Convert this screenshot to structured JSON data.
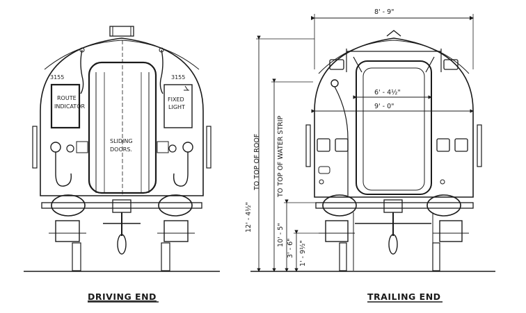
{
  "driving_end": {
    "caption": "DRIVING END",
    "number_left": "3155",
    "number_right": "3155",
    "route_indicator": [
      "ROUTE",
      "INDICATOR"
    ],
    "fixed_light": [
      "FIXED",
      "LIGHT"
    ],
    "sliding_doors": [
      "SLIDING",
      "DOORS."
    ]
  },
  "trailing_end": {
    "caption": "TRAILING END",
    "dims": {
      "overall_width": "8' - 9\"",
      "door_width": "6' - 4½\"",
      "body_width": "9' - 0\"",
      "to_roof": "12' - 4½\"",
      "to_water_strip": "10' - 5\"",
      "buffer_height": "3' - 6\"",
      "step_height": "1' - 9½\""
    },
    "vertical_labels": {
      "roof": "TO TOP OF ROOF",
      "water_strip": "TO TOP OF WATER STRIP"
    }
  }
}
